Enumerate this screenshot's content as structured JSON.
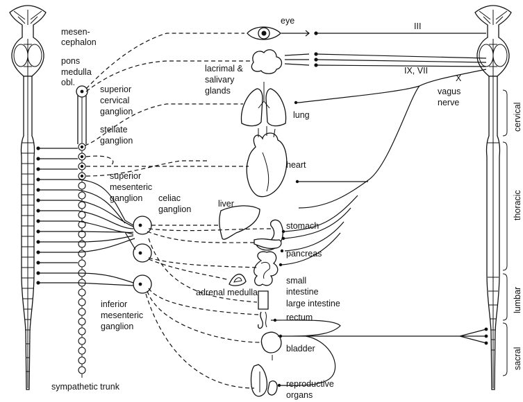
{
  "labels": {
    "mesencephalon_line1": "mesen-",
    "mesencephalon_line2": "cephalon",
    "pons": "pons",
    "medulla_line1": "medulla",
    "medulla_line2": "obl.",
    "superior_cervical_line1": "superior",
    "superior_cervical_line2": "cervical",
    "superior_cervical_line3": "ganglion",
    "stellate_line1": "stellate",
    "stellate_line2": "ganglion",
    "superior_mesenteric_line1": "superior",
    "superior_mesenteric_line2": "mesenteric",
    "superior_mesenteric_line3": "ganglion",
    "celiac_line1": "celiac",
    "celiac_line2": "ganglion",
    "inferior_mesenteric_line1": "inferior",
    "inferior_mesenteric_line2": "mesenteric",
    "inferior_mesenteric_line3": "ganglion",
    "sympathetic_trunk": "sympathetic trunk",
    "eye": "eye",
    "lacrimal_line1": "lacrimal &",
    "lacrimal_line2": "salivary",
    "lacrimal_line3": "glands",
    "lung": "lung",
    "heart": "heart",
    "liver": "liver",
    "stomach": "stomach",
    "pancreas": "pancreas",
    "adrenal_medulla": "adrenal medulla",
    "small_intestine_line1": "small",
    "small_intestine_line2": "intestine",
    "large_intestine": "large intestine",
    "rectum": "rectum",
    "bladder": "bladder",
    "reproductive_line1": "reproductive",
    "reproductive_line2": "organs",
    "nerve_III": "III",
    "nerve_IX_VII": "IX, VII",
    "nerve_X": "X",
    "vagus_line1": "vagus",
    "vagus_line2": "nerve",
    "region_cervical": "cervical",
    "region_thoracic": "thoracic",
    "region_lumbar": "lumbar",
    "region_sacral": "sacral"
  }
}
